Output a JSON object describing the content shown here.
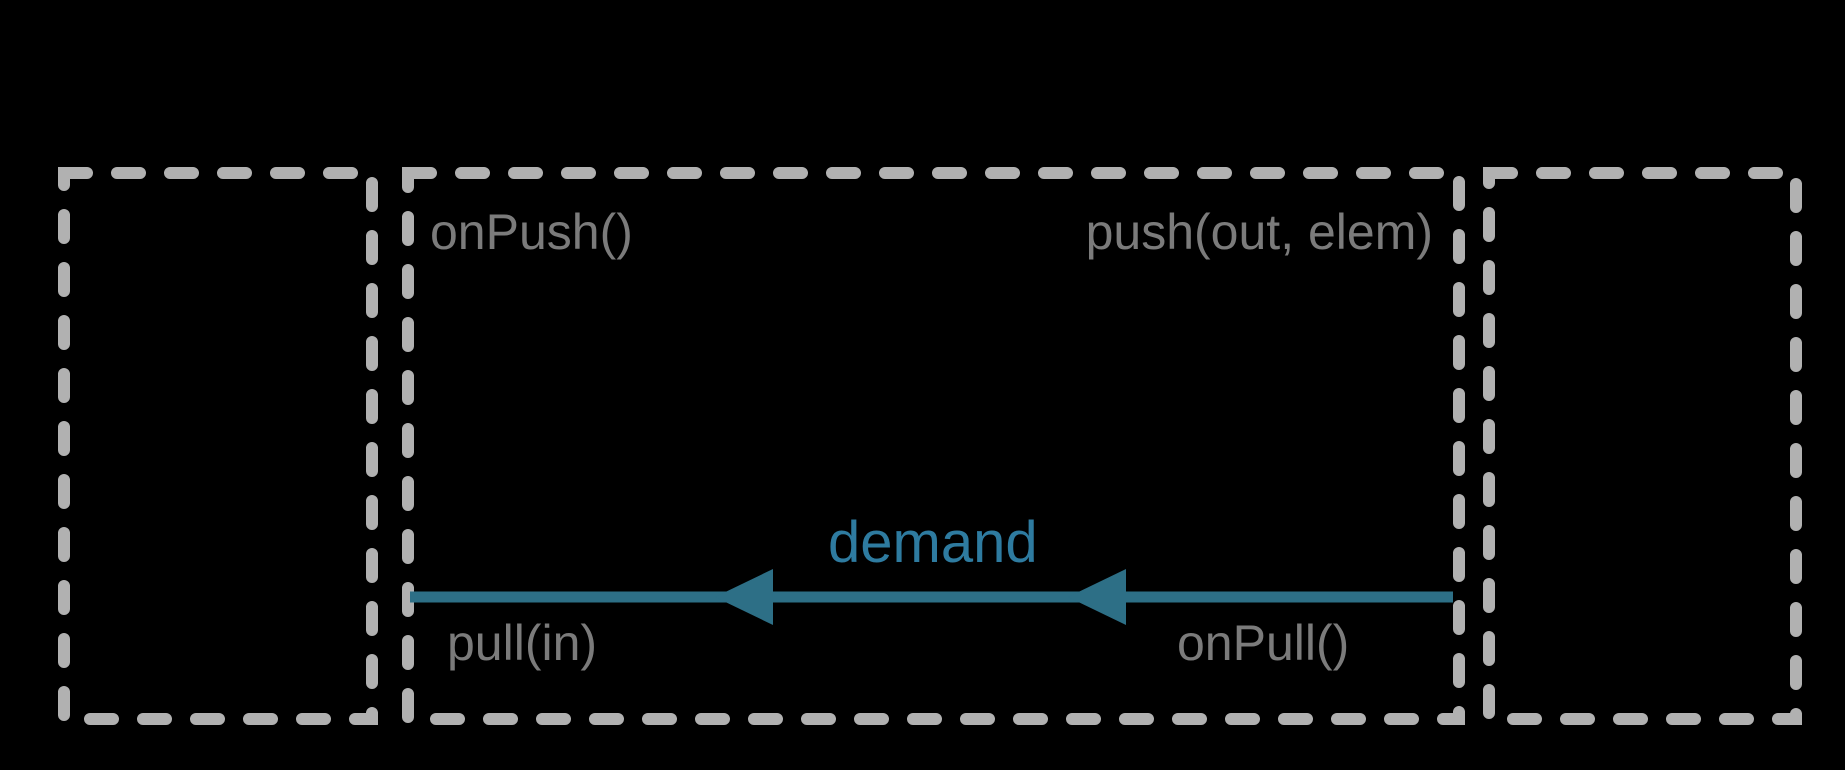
{
  "stage": {
    "onPush_label": "onPush()",
    "push_label": "push(out, elem)",
    "pull_label": "pull(in)",
    "onPull_label": "onPull()"
  },
  "arrow": {
    "label": "demand",
    "direction": "left"
  },
  "colors": {
    "background": "#000000",
    "box_dash": "#b1b1b1",
    "method_label": "#7b7b7b",
    "arrow": "#2d6f86",
    "arrow_label": "#2e7ba0"
  }
}
